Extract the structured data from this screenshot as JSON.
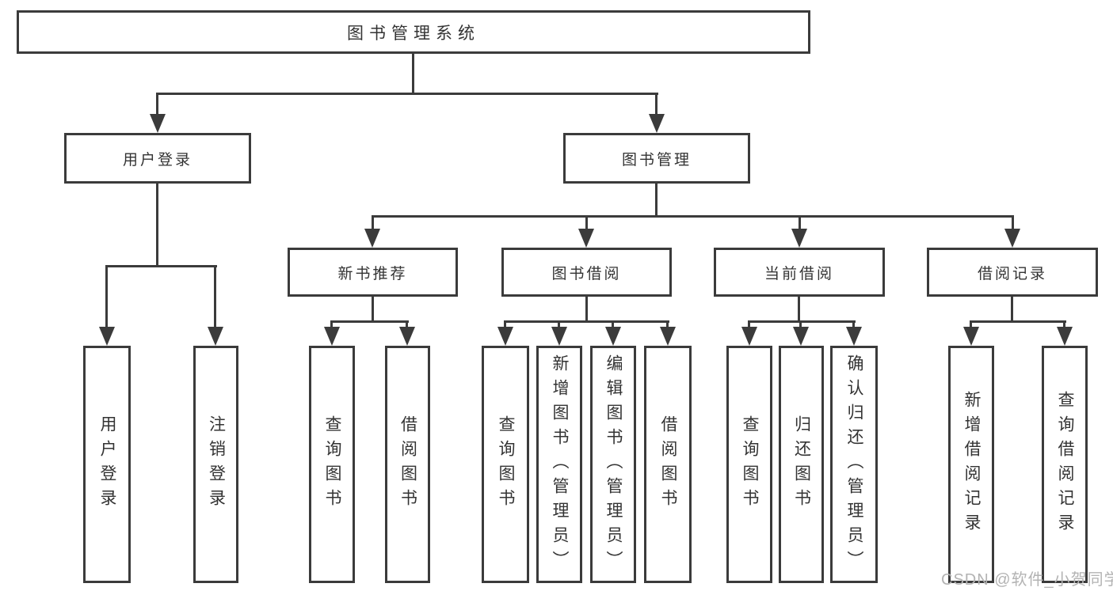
{
  "tree": {
    "root": "图书管理系统",
    "branches": [
      {
        "label": "用户登录",
        "leaves": [
          "用户登录",
          "注销登录"
        ]
      },
      {
        "label": "图书管理",
        "groups": [
          {
            "label": "新书推荐",
            "leaves": [
              "查询图书",
              "借阅图书"
            ]
          },
          {
            "label": "图书借阅",
            "leaves": [
              "查询图书",
              "新增图书（管理员）",
              "编辑图书（管理员）",
              "借阅图书"
            ]
          },
          {
            "label": "当前借阅",
            "leaves": [
              "查询图书",
              "归还图书",
              "确认归还（管理员）"
            ]
          },
          {
            "label": "借阅记录",
            "leaves": [
              "新增借阅记录",
              "查询借阅记录"
            ]
          }
        ]
      }
    ]
  },
  "watermark": "CSDN @软件_小贺同学",
  "colors": {
    "background": "#ffffff",
    "box_fill": "#ffffff",
    "box_border": "#3b3b3b",
    "line": "#3b3b3b",
    "text": "#333333",
    "watermark": "#b3b3b3"
  }
}
